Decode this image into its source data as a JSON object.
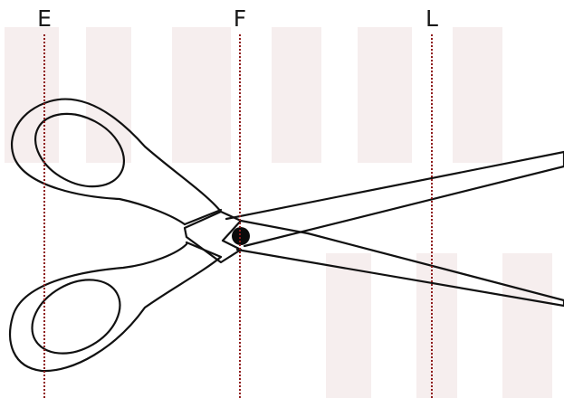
{
  "diagram": {
    "reference_lines": [
      {
        "label": "E"
      },
      {
        "label": "F"
      },
      {
        "label": "L"
      }
    ],
    "colors": {
      "line": "#8e1b1b",
      "outline": "#111111",
      "pivot": "#0a0a0a",
      "watermark": "#f6eeee"
    }
  }
}
